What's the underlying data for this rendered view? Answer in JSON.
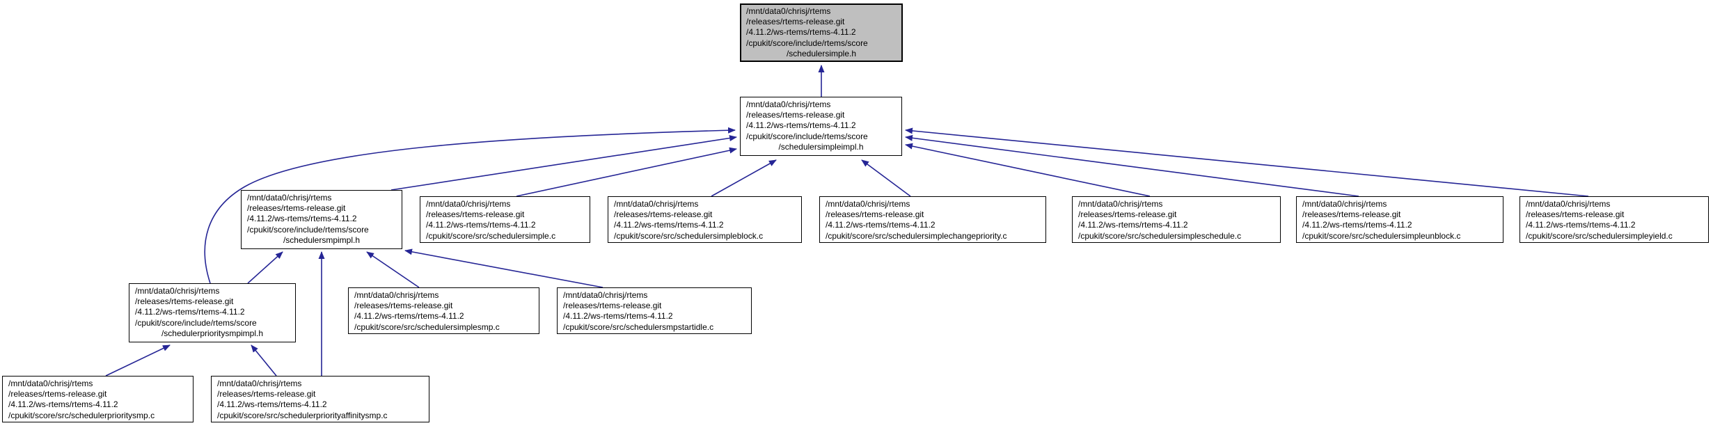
{
  "colors": {
    "edge-color": "#252595",
    "node-border": "#000000",
    "node-fill": "#ffffff",
    "highlight-fill": "#bfbfbf",
    "text-color": "#000000",
    "bg-color": "#ffffff"
  },
  "nodes": [
    {
      "id": "schedulersimple.h",
      "highlighted": true,
      "lines": [
        "/mnt/data0/chrisj/rtems",
        "/releases/rtems-release.git",
        "/4.11.2/ws-rtems/rtems-4.11.2",
        "/cpukit/score/include/rtems/score",
        "/schedulersimple.h"
      ]
    },
    {
      "id": "schedulersimpleimpl.h",
      "highlighted": false,
      "lines": [
        "/mnt/data0/chrisj/rtems",
        "/releases/rtems-release.git",
        "/4.11.2/ws-rtems/rtems-4.11.2",
        "/cpukit/score/include/rtems/score",
        "/schedulersimpleimpl.h"
      ]
    },
    {
      "id": "schedulersmpimpl.h",
      "highlighted": false,
      "lines": [
        "/mnt/data0/chrisj/rtems",
        "/releases/rtems-release.git",
        "/4.11.2/ws-rtems/rtems-4.11.2",
        "/cpukit/score/include/rtems/score",
        "/schedulersmpimpl.h"
      ]
    },
    {
      "id": "schedulersimple.c",
      "highlighted": false,
      "lines": [
        "/mnt/data0/chrisj/rtems",
        "/releases/rtems-release.git",
        "/4.11.2/ws-rtems/rtems-4.11.2",
        "/cpukit/score/src/schedulersimple.c"
      ]
    },
    {
      "id": "schedulersimpleblock.c",
      "highlighted": false,
      "lines": [
        "/mnt/data0/chrisj/rtems",
        "/releases/rtems-release.git",
        "/4.11.2/ws-rtems/rtems-4.11.2",
        "/cpukit/score/src/schedulersimpleblock.c"
      ]
    },
    {
      "id": "schedulersimplechangepriority.c",
      "highlighted": false,
      "lines": [
        "/mnt/data0/chrisj/rtems",
        "/releases/rtems-release.git",
        "/4.11.2/ws-rtems/rtems-4.11.2",
        "/cpukit/score/src/schedulersimplechangepriority.c"
      ]
    },
    {
      "id": "schedulersimpleschedule.c",
      "highlighted": false,
      "lines": [
        "/mnt/data0/chrisj/rtems",
        "/releases/rtems-release.git",
        "/4.11.2/ws-rtems/rtems-4.11.2",
        "/cpukit/score/src/schedulersimpleschedule.c"
      ]
    },
    {
      "id": "schedulersimpleunblock.c",
      "highlighted": false,
      "lines": [
        "/mnt/data0/chrisj/rtems",
        "/releases/rtems-release.git",
        "/4.11.2/ws-rtems/rtems-4.11.2",
        "/cpukit/score/src/schedulersimpleunblock.c"
      ]
    },
    {
      "id": "schedulersimpleyield.c",
      "highlighted": false,
      "lines": [
        "/mnt/data0/chrisj/rtems",
        "/releases/rtems-release.git",
        "/4.11.2/ws-rtems/rtems-4.11.2",
        "/cpukit/score/src/schedulersimpleyield.c"
      ]
    },
    {
      "id": "schedulerprioritysmpimpl.h",
      "highlighted": false,
      "lines": [
        "/mnt/data0/chrisj/rtems",
        "/releases/rtems-release.git",
        "/4.11.2/ws-rtems/rtems-4.11.2",
        "/cpukit/score/include/rtems/score",
        "/schedulerprioritysmpimpl.h"
      ]
    },
    {
      "id": "schedulersimplesmp.c",
      "highlighted": false,
      "lines": [
        "/mnt/data0/chrisj/rtems",
        "/releases/rtems-release.git",
        "/4.11.2/ws-rtems/rtems-4.11.2",
        "/cpukit/score/src/schedulersimplesmp.c"
      ]
    },
    {
      "id": "schedulersmpstartidle.c",
      "highlighted": false,
      "lines": [
        "/mnt/data0/chrisj/rtems",
        "/releases/rtems-release.git",
        "/4.11.2/ws-rtems/rtems-4.11.2",
        "/cpukit/score/src/schedulersmpstartidle.c"
      ]
    },
    {
      "id": "schedulerprioritysmp.c",
      "highlighted": false,
      "lines": [
        "/mnt/data0/chrisj/rtems",
        "/releases/rtems-release.git",
        "/4.11.2/ws-rtems/rtems-4.11.2",
        "/cpukit/score/src/schedulerprioritysmp.c"
      ]
    },
    {
      "id": "schedulerpriorityaffinitysmp.c",
      "highlighted": false,
      "lines": [
        "/mnt/data0/chrisj/rtems",
        "/releases/rtems-release.git",
        "/4.11.2/ws-rtems/rtems-4.11.2",
        "/cpukit/score/src/schedulerpriorityaffinitysmp.c"
      ]
    }
  ],
  "edges": [
    {
      "from": "schedulersimpleimpl.h",
      "to": "schedulersimple.h"
    },
    {
      "from": "schedulersmpimpl.h",
      "to": "schedulersimpleimpl.h"
    },
    {
      "from": "schedulerprioritysmpimpl.h",
      "to": "schedulersimpleimpl.h"
    },
    {
      "from": "schedulersimple.c",
      "to": "schedulersimpleimpl.h"
    },
    {
      "from": "schedulersimpleblock.c",
      "to": "schedulersimpleimpl.h"
    },
    {
      "from": "schedulersimplechangepriority.c",
      "to": "schedulersimpleimpl.h"
    },
    {
      "from": "schedulersimpleschedule.c",
      "to": "schedulersimpleimpl.h"
    },
    {
      "from": "schedulersimpleunblock.c",
      "to": "schedulersimpleimpl.h"
    },
    {
      "from": "schedulersimpleyield.c",
      "to": "schedulersimpleimpl.h"
    },
    {
      "from": "schedulerprioritysmpimpl.h",
      "to": "schedulersmpimpl.h"
    },
    {
      "from": "schedulersimplesmp.c",
      "to": "schedulersmpimpl.h"
    },
    {
      "from": "schedulersmpstartidle.c",
      "to": "schedulersmpimpl.h"
    },
    {
      "from": "schedulerpriorityaffinitysmp.c",
      "to": "schedulersmpimpl.h"
    },
    {
      "from": "schedulerprioritysmp.c",
      "to": "schedulerprioritysmpimpl.h"
    },
    {
      "from": "schedulerpriorityaffinitysmp.c",
      "to": "schedulerprioritysmpimpl.h"
    }
  ]
}
